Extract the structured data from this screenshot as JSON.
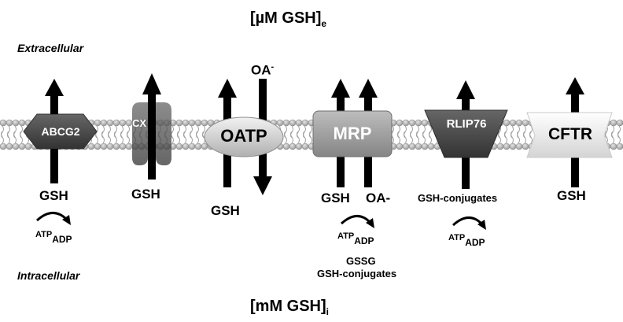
{
  "compartments": {
    "extracellular_conc": {
      "main": "[µM GSH]",
      "sub": "e"
    },
    "intracellular_conc": {
      "main": "[mM GSH]",
      "sub": "i"
    },
    "extracellular_label": "Extracellular",
    "intracellular_label": "Intracellular"
  },
  "transporters": [
    {
      "name": "ABCG2",
      "substrate": "GSH",
      "atp": "ATP",
      "adp": "ADP"
    },
    {
      "name": "CX",
      "substrate": "GSH"
    },
    {
      "name": "OATP",
      "substrate": "GSH",
      "exchange": "OA",
      "exchange_sup": "-"
    },
    {
      "name": "MRP",
      "substrates": [
        "GSH",
        "OA-"
      ],
      "atp": "ATP",
      "adp": "ADP",
      "products": [
        "GSSG",
        "GSH-conjugates"
      ]
    },
    {
      "name": "RLIP76",
      "substrate": "GSH-conjugates",
      "atp": "ATP",
      "adp": "ADP"
    },
    {
      "name": "CFTR",
      "substrate": "GSH"
    }
  ],
  "colors": {
    "membrane_head": "#b8b8b8",
    "arrow": "#000000",
    "abcg2": "#4a4a4a",
    "cx": "#707070",
    "oatp": "#d8d8d8",
    "mrp": "#9e9e9e",
    "rlip76": "#4e4e4e",
    "cftr": "#efefef"
  }
}
